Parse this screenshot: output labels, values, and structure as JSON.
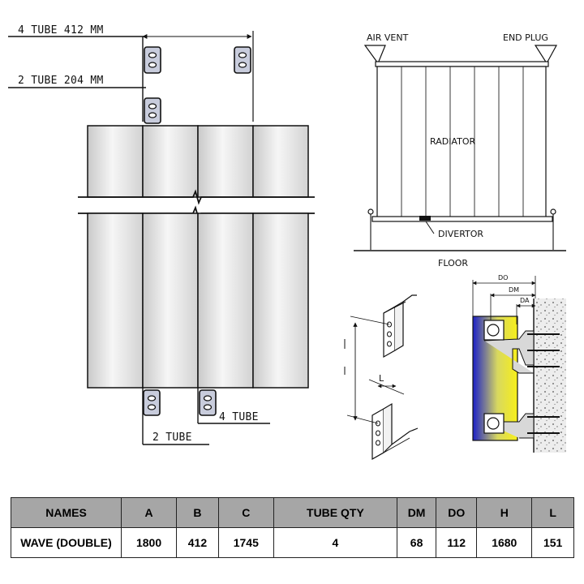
{
  "front_view": {
    "label_4_tube": "4 TUBE 412 MM",
    "label_2_tube": "2 TUBE 204 MM",
    "label_bottom_4_tube": "4 TUBE",
    "label_bottom_2_tube": "2 TUBE"
  },
  "side_view": {
    "air_vent": "AIR VENT",
    "end_plug": "END PLUG",
    "radiator": "RADIATOR",
    "divertor": "DIVERTOR",
    "floor": "FLOOR"
  },
  "bracket_detail": {
    "label_l": "L"
  },
  "section_view": {
    "label_do": "DO",
    "label_dm": "DM",
    "label_da": "DA"
  },
  "table": {
    "headers": [
      "NAMES",
      "A",
      "B",
      "C",
      "TUBE QTY",
      "DM",
      "DO",
      "H",
      "L"
    ],
    "rows": [
      [
        "WAVE (DOUBLE)",
        "1800",
        "412",
        "1745",
        "4",
        "68",
        "112",
        "1680",
        "151"
      ]
    ]
  }
}
